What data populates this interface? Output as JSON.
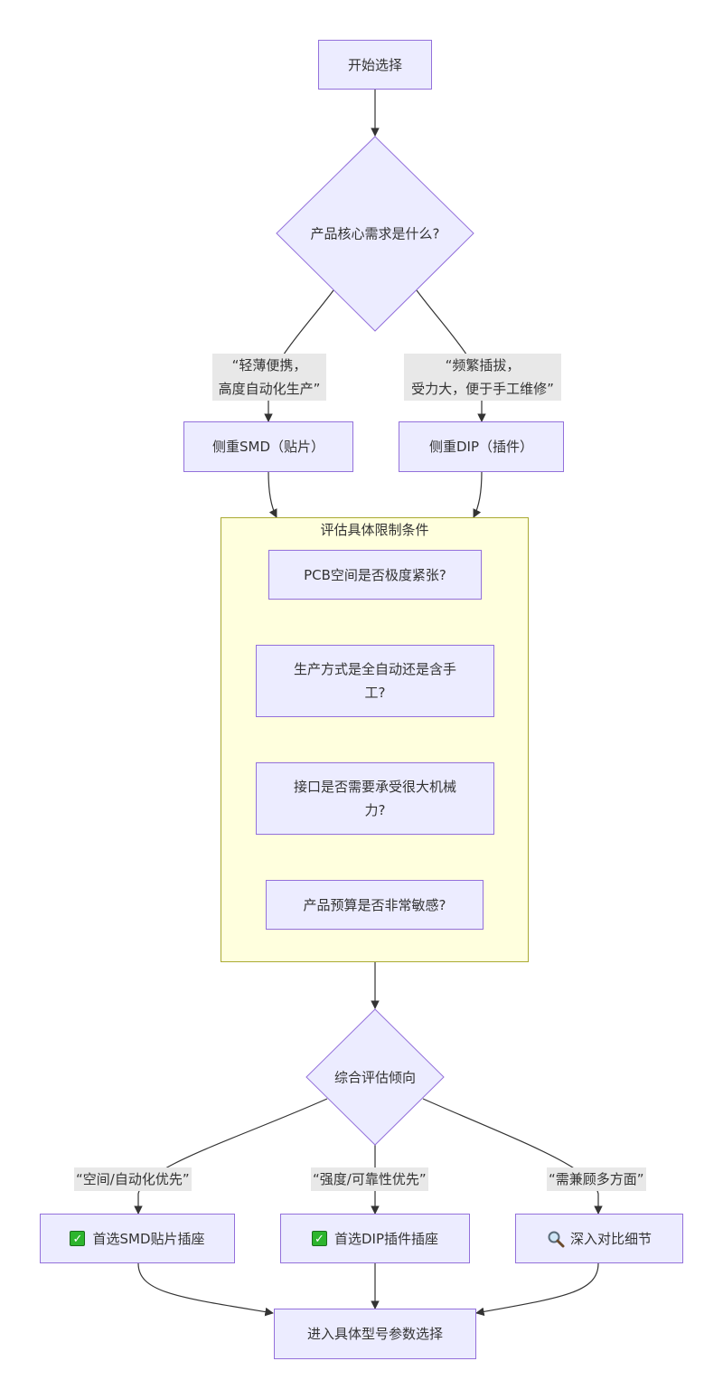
{
  "colors": {
    "node_fill": "#ECECFF",
    "node_stroke": "#9370DB",
    "cluster_fill": "#ffffde",
    "cluster_stroke": "#aaaa33",
    "edge_label_bg": "#e8e8e8",
    "edge": "#333333"
  },
  "nodes": {
    "start": "开始选择",
    "core_need": "产品核心需求是什么?",
    "smd_focus": "侧重SMD（贴片）",
    "dip_focus": "侧重DIP（插件）",
    "evaluate": "综合评估倾向",
    "choose_smd": "首选SMD贴片插座",
    "choose_dip": "首选DIP插件插座",
    "compare": "深入对比细节",
    "next_step": "进入具体型号参数选择"
  },
  "icons": {
    "choose_smd": "check-mark-icon",
    "choose_dip": "check-mark-icon",
    "compare": "magnifier-icon"
  },
  "cluster": {
    "title": "评估具体限制条件",
    "items": [
      "PCB空间是否极度紧张?",
      "生产方式是全自动还是含手工?",
      "接口是否需要承受很大机械力?",
      "产品预算是否非常敏感?"
    ]
  },
  "edge_labels": {
    "to_smd_line1": "“轻薄便携，",
    "to_smd_line2": "高度自动化生产”",
    "to_dip_line1": "“频繁插拔，",
    "to_dip_line2": "受力大，便于手工维修”",
    "to_choose_smd": "“空间/自动化优先”",
    "to_choose_dip": "“强度/可靠性优先”",
    "to_compare": "“需兼顾多方面”"
  }
}
